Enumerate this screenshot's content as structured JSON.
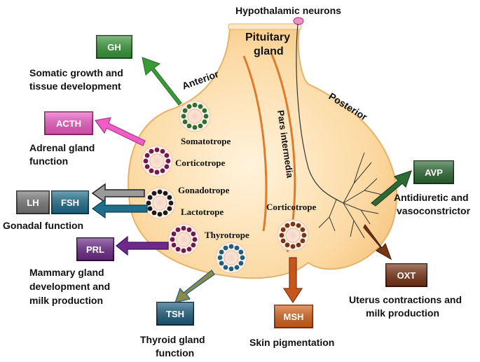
{
  "title": "Hypothalamic neurons",
  "gland": {
    "line1": "Pituitary",
    "line2": "gland"
  },
  "regions": {
    "anterior": "Anterior",
    "posterior": "Posterior",
    "pars_intermedia": "Pars intermedia"
  },
  "cells": {
    "somatotrope": "Somatotrope",
    "corticotrope": "Corticotrope",
    "gonadotrope": "Gonadotrope",
    "lactotrope": "Lactotrope",
    "thyrotrope": "Thyrotrope",
    "corticotrope_intermedia": "Corticotrope"
  },
  "hormones": {
    "gh": "GH",
    "acth": "ACTH",
    "lh": "LH",
    "fsh": "FSH",
    "prl": "PRL",
    "tsh": "TSH",
    "msh": "MSH",
    "avp": "AVP",
    "oxt": "OXT"
  },
  "functions": {
    "gh": [
      "Somatic growth and",
      "tissue development"
    ],
    "acth": [
      "Adrenal gland",
      "function"
    ],
    "gonadal": "Gonadal function",
    "prl": [
      "Mammary gland",
      "development and",
      "milk production"
    ],
    "tsh": [
      "Thyroid gland",
      "function"
    ],
    "msh": "Skin pigmentation",
    "avp": [
      "Antidiuretic and",
      "vasoconstrictor"
    ],
    "oxt": [
      "Uterus contractions and",
      "milk production"
    ]
  },
  "colors": {
    "gland_fill": "#fdd7a0",
    "gland_edge": "#e8b66a",
    "gh": "#3a9a3a",
    "acth": "#f05cc8",
    "lh": "#7a7a7a",
    "fsh": "#1f6e8c",
    "prl": "#6e2a8a",
    "tsh": "#1f5e80",
    "msh": "#d9641c",
    "avp": "#2e6b34",
    "oxt": "#7a3416"
  }
}
